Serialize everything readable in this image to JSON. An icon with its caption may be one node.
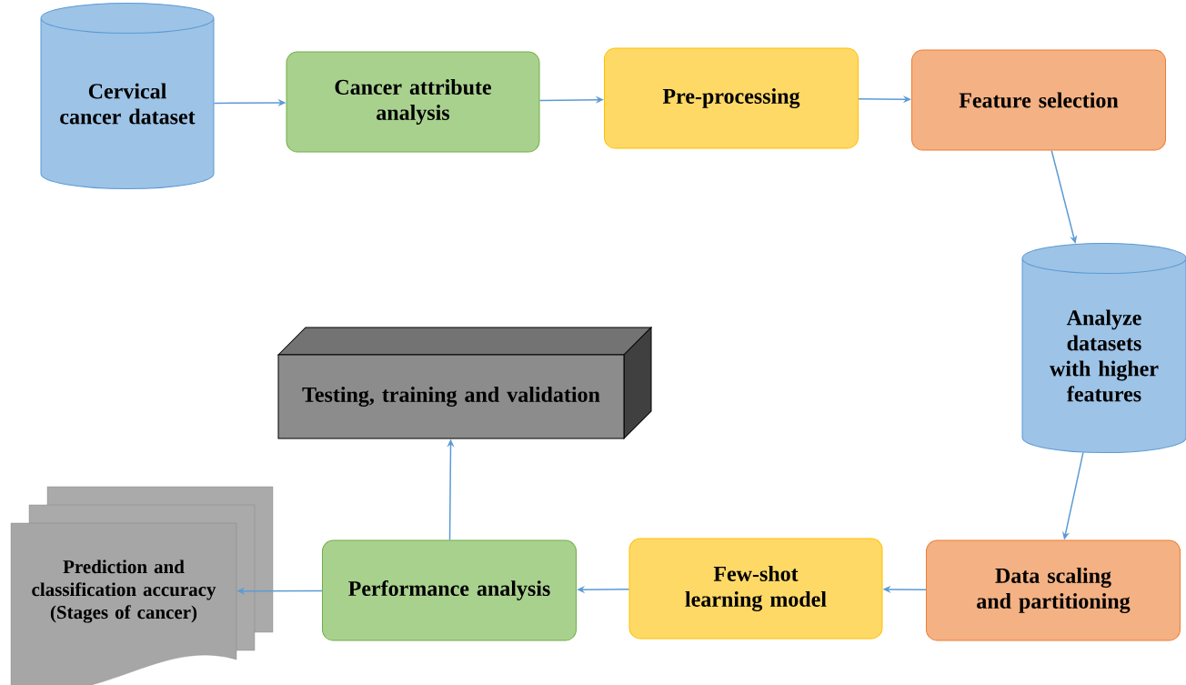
{
  "diagram": {
    "nodes": [
      {
        "text": [
          "Cervical cancer dataset"
        ]
      },
      {
        "text": [
          "Cancer attribute analysis"
        ]
      },
      {
        "text": [
          "Pre-processing"
        ]
      },
      {
        "text": [
          "Feature selection"
        ]
      },
      {
        "text": [
          "Analyze datasets with higher features"
        ]
      },
      {
        "text": [
          "Data scaling and partitioning"
        ]
      },
      {
        "text": [
          "Few-shot learning model"
        ]
      },
      {
        "text": [
          "Performance analysis"
        ]
      },
      {
        "text": [
          "Testing, training and validation"
        ]
      },
      {
        "text": [
          "Prediction and classification accuracy (Stages of cancer)"
        ]
      }
    ],
    "edges": [
      {
        "from": 0,
        "to": 1,
        "arrow": "to"
      },
      {
        "from": 1,
        "to": 2,
        "arrow": "to"
      },
      {
        "from": 2,
        "to": 3,
        "arrow": "to"
      },
      {
        "from": 3,
        "to": 4,
        "arrow": "to"
      },
      {
        "from": 4,
        "to": 5,
        "arrow": "to"
      },
      {
        "from": 5,
        "to": 6,
        "arrow": "to"
      },
      {
        "from": 6,
        "to": 7,
        "arrow": "to"
      },
      {
        "from": 7,
        "to": 8,
        "arrow": "to"
      },
      {
        "from": 7,
        "to": 9,
        "arrow": "to"
      }
    ]
  }
}
